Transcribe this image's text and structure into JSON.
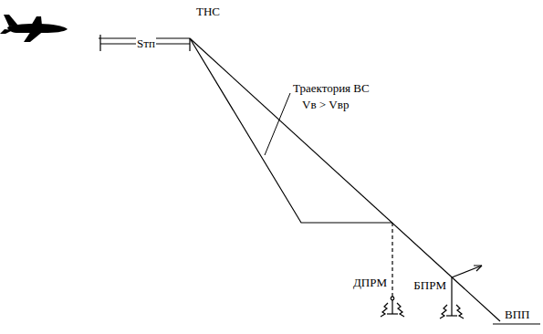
{
  "diagram": {
    "labels": [
      "Sтп",
      "ТНС",
      "Траектория ВС",
      "Vв > Vвр",
      "ДПРМ",
      "БПРМ",
      "ВПП"
    ]
  }
}
